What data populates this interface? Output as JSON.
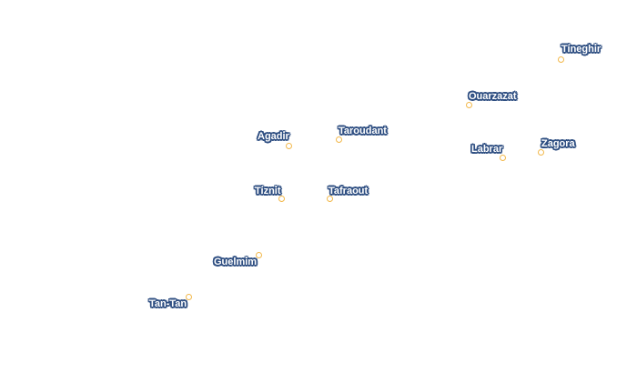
{
  "cities": [
    {
      "id": "tineghir",
      "name": "Tineghir"
    },
    {
      "id": "ouarzazat",
      "name": "Ouarzazat"
    },
    {
      "id": "agadir",
      "name": "Agadir"
    },
    {
      "id": "taroudant",
      "name": "Taroudant"
    },
    {
      "id": "labrar",
      "name": "Labrar"
    },
    {
      "id": "zagora",
      "name": "Zagora"
    },
    {
      "id": "tiznit",
      "name": "Tiznit"
    },
    {
      "id": "tafraout",
      "name": "Tafraout"
    },
    {
      "id": "guelmim",
      "name": "Guelmim"
    },
    {
      "id": "tan-tan",
      "name": "Tan-Tan"
    }
  ],
  "colors": {
    "marker_stroke": "#f2b84b",
    "label_halo": "#2f4f82",
    "label_text": "#ffffff",
    "background": "#ffffff"
  }
}
